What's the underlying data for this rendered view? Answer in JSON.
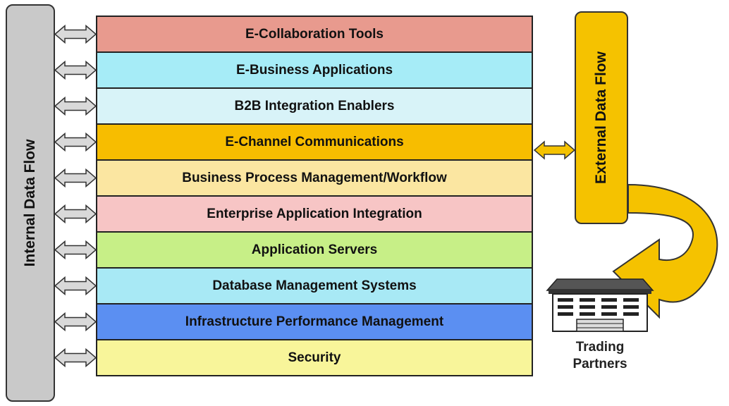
{
  "internal_flow": {
    "label": "Internal Data Flow"
  },
  "external_flow": {
    "label": "External Data Flow"
  },
  "layers": [
    {
      "label": "E-Collaboration Tools",
      "color": "#e89a8e"
    },
    {
      "label": "E-Business Applications",
      "color": "#a6ecf7"
    },
    {
      "label": "B2B Integration Enablers",
      "color": "#d8f3f8"
    },
    {
      "label": "E-Channel Communications",
      "color": "#f7bd00"
    },
    {
      "label": "Business Process Management/Workflow",
      "color": "#fbe6a1"
    },
    {
      "label": "Enterprise Application Integration",
      "color": "#f7c5c5"
    },
    {
      "label": "Application Servers",
      "color": "#c7ef87"
    },
    {
      "label": "Database Management Systems",
      "color": "#a8e9f5"
    },
    {
      "label": "Infrastructure Performance Management",
      "color": "#5b8ff2"
    },
    {
      "label": "Security",
      "color": "#f8f59a"
    }
  ],
  "trading_partners": {
    "line1": "Trading",
    "line2": "Partners"
  },
  "colors": {
    "internal_bar": "#c9c9c9",
    "external_bar": "#f5c200",
    "arrow_fill": "#d9d9d9",
    "arrow_accent": "#f5c200"
  }
}
